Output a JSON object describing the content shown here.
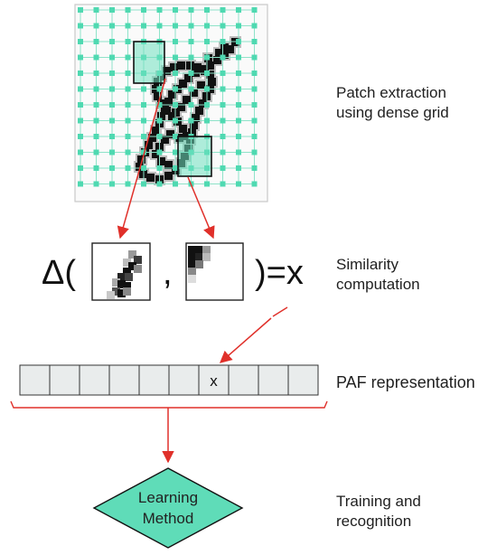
{
  "labels": {
    "patch_extraction": [
      "Patch extraction",
      "using dense grid"
    ],
    "similarity": [
      "Similarity",
      "computation"
    ],
    "paf": "PAF representation",
    "training": [
      "Training and",
      "recognition"
    ]
  },
  "formula": {
    "delta": "Δ(",
    "comma": ",",
    "result": ")=x"
  },
  "vector": {
    "cells": [
      "",
      "",
      "",
      "",
      "",
      "",
      "x",
      "",
      "",
      ""
    ]
  },
  "diamond": {
    "lines": [
      "Learning",
      "Method"
    ]
  },
  "colors": {
    "accent_teal": "#5fdcb8",
    "arrow_red": "#e0302a",
    "cell_fill": "#e9ecec",
    "grid_line": "#8fe3c9"
  }
}
